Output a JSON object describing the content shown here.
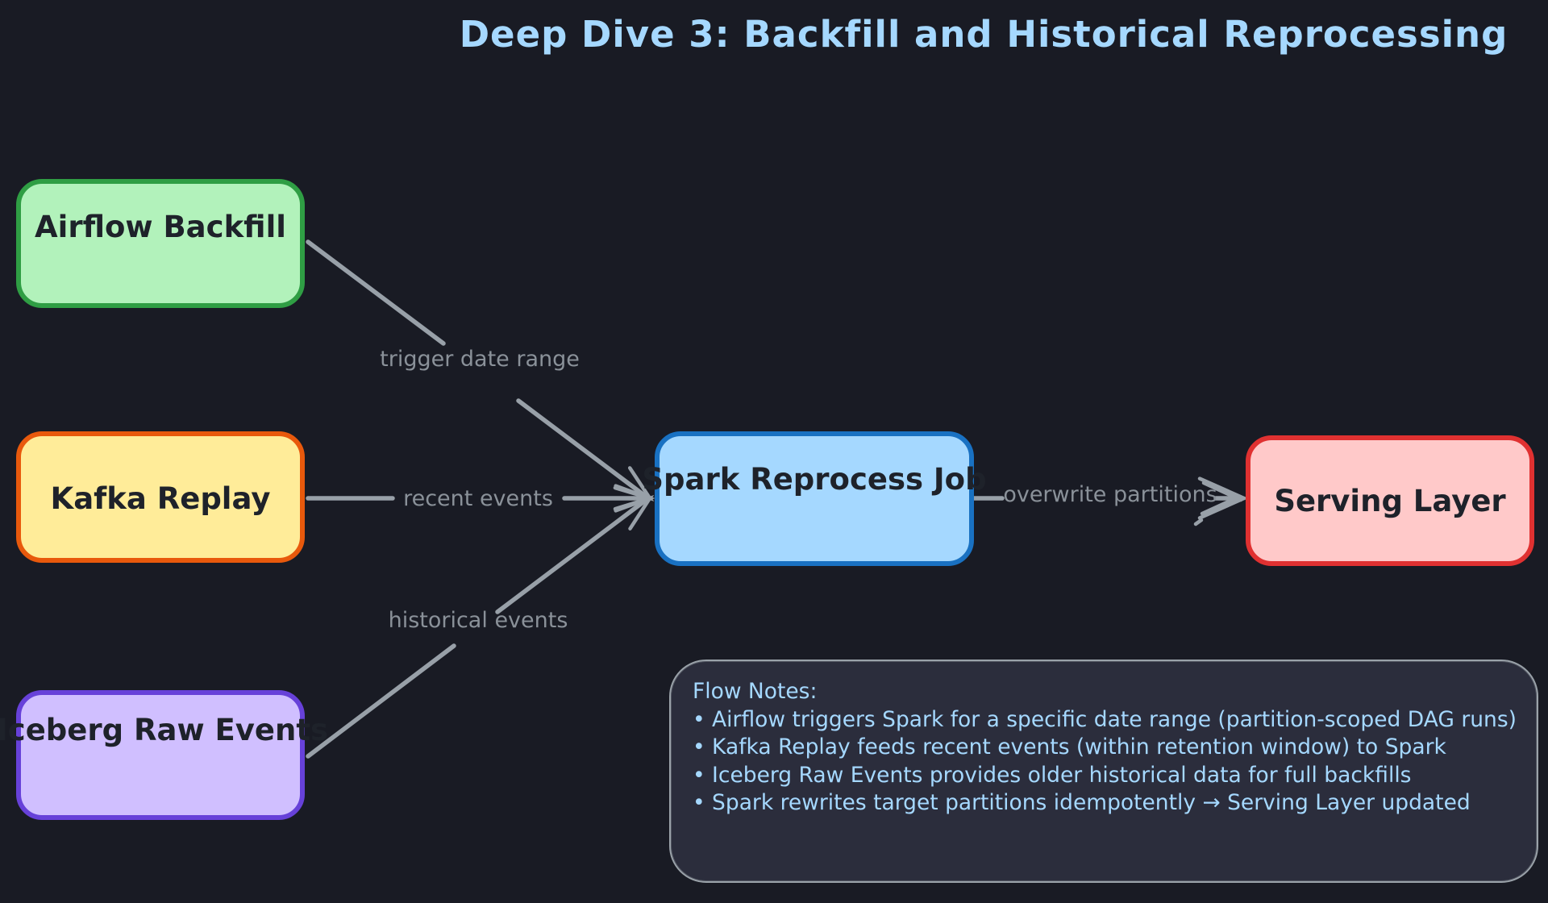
{
  "title": "Deep Dive 3: Backfill and Historical Reprocessing",
  "nodes": [
    {
      "id": "airflow-backfill",
      "label": "Airflow Backfill",
      "fill": "#b2f2bb",
      "stroke": "#2f9e44"
    },
    {
      "id": "kafka-replay",
      "label": "Kafka Replay",
      "fill": "#ffec99",
      "stroke": "#e8590c"
    },
    {
      "id": "iceberg-raw-events",
      "label": "Iceberg Raw Events",
      "fill": "#d0bfff",
      "stroke": "#6741d9"
    },
    {
      "id": "spark-reprocess-job",
      "label": "Spark Reprocess Job",
      "fill": "#a5d8ff",
      "stroke": "#1971c2"
    },
    {
      "id": "serving-layer",
      "label": "Serving Layer",
      "fill": "#ffc9c9",
      "stroke": "#e03131"
    }
  ],
  "edges": [
    {
      "id": "airflow-to-spark",
      "from": "airflow-backfill",
      "to": "spark-reprocess-job",
      "label": "trigger date range"
    },
    {
      "id": "kafka-to-spark",
      "from": "kafka-replay",
      "to": "spark-reprocess-job",
      "label": "recent events"
    },
    {
      "id": "iceberg-to-spark",
      "from": "iceberg-raw-events",
      "to": "spark-reprocess-job",
      "label": "historical events"
    },
    {
      "id": "spark-to-serving",
      "from": "spark-reprocess-job",
      "to": "serving-layer",
      "label": "overwrite partitions"
    }
  ],
  "notes": {
    "title": "Flow Notes:",
    "items": [
      "• Airflow triggers Spark for a specific date range (partition-scoped DAG runs)",
      "• Kafka Replay feeds recent events (within retention window) to Spark",
      "• Iceberg Raw Events provides older historical data for full backfills",
      "• Spark rewrites target partitions idempotently → Serving Layer updated"
    ]
  },
  "colors": {
    "background": "#191b24",
    "title_text": "#a5d8ff",
    "notes_text": "#a5d8ff",
    "notes_fill": "#2b2d3c",
    "notes_border": "#9aa2a9",
    "arrow_stroke": "#98a0a8",
    "edge_label_text": "#8a9199",
    "node_text": "#1e222a"
  }
}
